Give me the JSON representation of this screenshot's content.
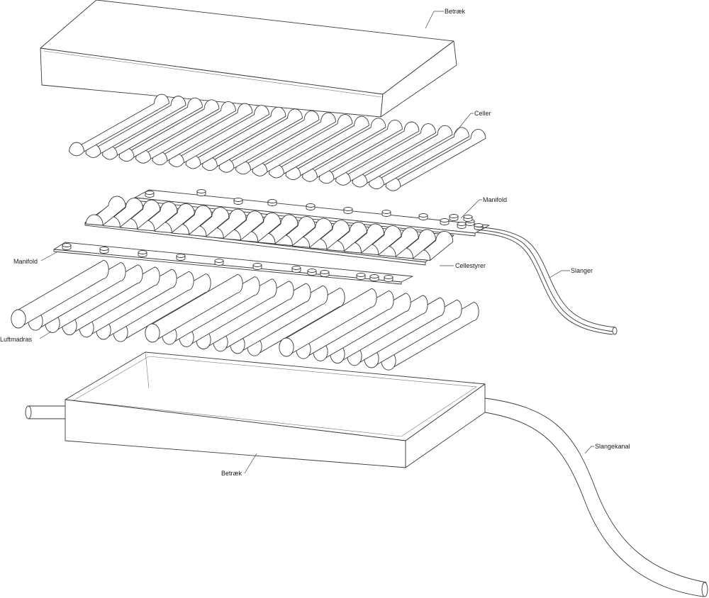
{
  "labels": {
    "cover_top": "Betræk",
    "cells": "Celler",
    "manifold_upper": "Manifold",
    "cell_guides": "Cellestyrer",
    "hoses": "Slanger",
    "manifold_lower": "Manifold",
    "air_mattress": "Luftmadras",
    "cover_bottom": "Betræk",
    "hose_channel": "Slangekanal"
  }
}
